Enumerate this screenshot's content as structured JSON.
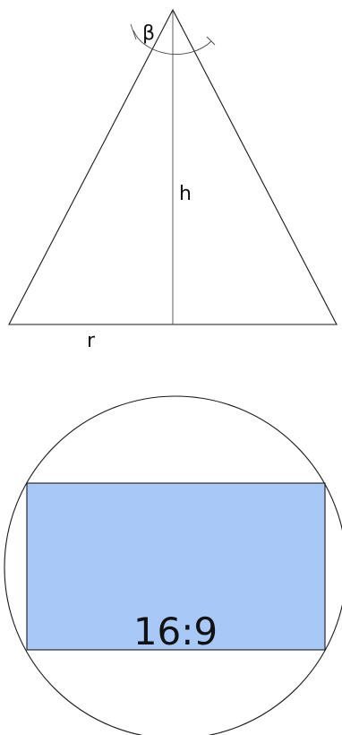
{
  "cone_diagram": {
    "angle_label": "β",
    "height_label": "h",
    "radius_label": "r"
  },
  "frame_diagram": {
    "aspect_ratio_label": "16:9",
    "rect_fill": "#a8c8f8"
  },
  "colors": {
    "stroke": "#1a1a1a",
    "background": "#ffffff"
  }
}
